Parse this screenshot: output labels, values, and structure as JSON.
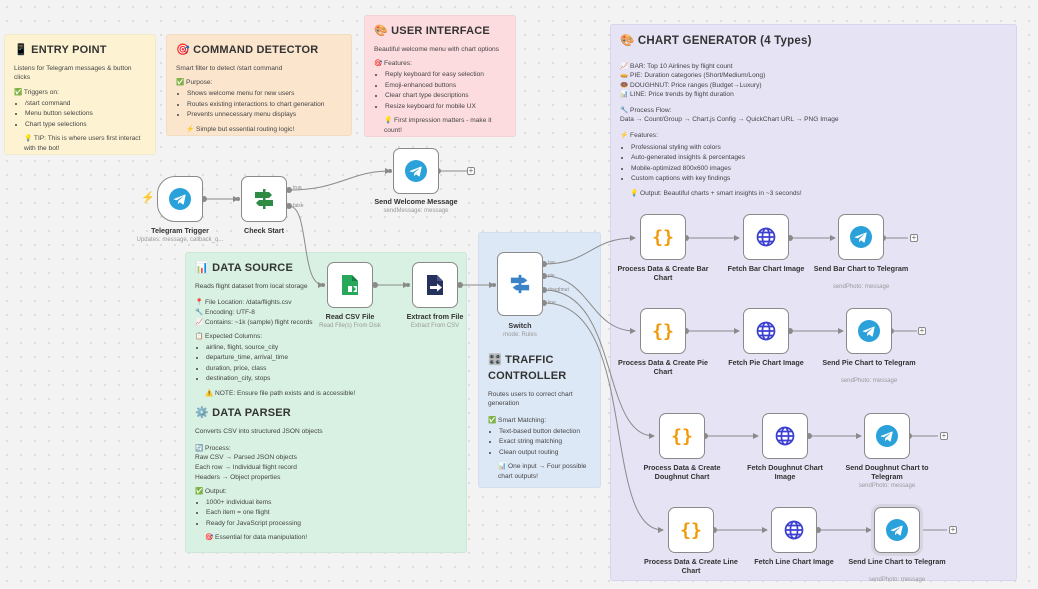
{
  "notes": {
    "entry": {
      "title": "📱 ENTRY POINT",
      "desc": "Listens for Telegram messages & button clicks",
      "triggers_title": "✅ Triggers on:",
      "triggers": [
        "/start command",
        "Menu button selections",
        "Chart type selections"
      ],
      "tip": "💡 TIP: This is where users first interact with the bot!"
    },
    "command": {
      "title": "🎯 COMMAND DETECTOR",
      "desc": "Smart filter to detect /start command",
      "purpose_title": "✅ Purpose:",
      "purpose": [
        "Shows welcome menu for new users",
        "Routes existing interactions to chart generation",
        "Prevents unnecessary menu displays"
      ],
      "tip": "⚡ Simple but essential routing logic!"
    },
    "ui": {
      "title": "🎨 USER INTERFACE",
      "desc": "Beautiful welcome menu with chart options",
      "features_title": "🎯 Features:",
      "features": [
        "Reply keyboard for easy selection",
        "Emoji-enhanced buttons",
        "Clear chart type descriptions",
        "Resize keyboard for mobile UX"
      ],
      "tip": "💡 First impression matters - make it count!"
    },
    "chart": {
      "title": "🎨 CHART GENERATOR (4 Types)",
      "types": [
        "📈 BAR: Top 10 Airlines by flight count",
        "🥧 PIE: Duration categories (Short/Medium/Long)",
        "🍩 DOUGHNUT: Price ranges (Budget→Luxury)",
        "📊 LINE: Price trends by flight duration"
      ],
      "flow_title": "🔧 Process Flow:",
      "flow": "Data → Count/Group → Chart.js Config → QuickChart URL → PNG Image",
      "features_title": "⚡ Features:",
      "features": [
        "Professional styling with colors",
        "Auto-generated insights & percentages",
        "Mobile-optimized 800x600 images",
        "Custom captions with key findings"
      ],
      "output": "💡 Output: Beautiful charts + smart insights in ~3 seconds!"
    },
    "datasource": {
      "title": "📊 DATA SOURCE",
      "desc": "Reads flight dataset from local storage",
      "location": "📍 File Location: /data/flights.csv",
      "encoding": "🔧 Encoding: UTF-8",
      "contains": "📈 Contains: ~1k (sample) flight records",
      "columns_title": "📋 Expected Columns:",
      "columns": [
        "airline, flight, source_city",
        "departure_time, arrival_time",
        "duration, price, class",
        "destination_city, stops"
      ],
      "note": "⚠️ NOTE: Ensure file path exists and is accessible!",
      "parser_title": "⚙️ DATA PARSER",
      "parser_desc": "Converts CSV into structured JSON objects",
      "process_title": "🔄 Process:",
      "process": [
        "Raw CSV → Parsed JSON objects",
        "Each row → Individual flight record",
        "Headers → Object properties"
      ],
      "output_title": "✅ Output:",
      "output": [
        "1000+ individual items",
        "Each item = one flight",
        "Ready for JavaScript processing"
      ],
      "tip": "🎯 Essential for data manipulation!"
    },
    "traffic": {
      "title": "🎛️ TRAFFIC CONTROLLER",
      "desc": "Routes users to correct chart generation",
      "match_title": "✅ Smart Matching:",
      "match": [
        "Text-based button detection",
        "Exact string matching",
        "Clean output routing"
      ],
      "tip": "📊 One input → Four possible chart outputs!"
    }
  },
  "nodes": {
    "telegram_trigger": {
      "label": "Telegram Trigger",
      "sub": "Updates: message, callback_q..."
    },
    "check_start": {
      "label": "Check Start",
      "true_label": "true",
      "false_label": "false"
    },
    "send_welcome": {
      "label": "Send Welcome Message",
      "sub": "sendMessage: message"
    },
    "read_csv": {
      "label": "Read CSV File",
      "sub": "Read File(s) From Disk"
    },
    "extract": {
      "label": "Extract from File",
      "sub": "Extract From CSV"
    },
    "switch": {
      "label": "Switch",
      "sub": "mode: Rules",
      "outputs": [
        "bar",
        "pie",
        "doughnut",
        "line"
      ]
    },
    "bar": {
      "process": "Process Data & Create Bar Chart",
      "fetch": "Fetch Bar Chart Image",
      "send": "Send Bar Chart to Telegram",
      "send_sub": "sendPhoto: message"
    },
    "pie": {
      "process": "Process Data & Create Pie Chart",
      "fetch": "Fetch Pie Chart Image",
      "send": "Send Pie Chart to Telegram",
      "send_sub": "sendPhoto: message"
    },
    "doughnut": {
      "process": "Process Data & Create Doughnut Chart",
      "fetch": "Fetch Doughnut Chart Image",
      "send": "Send Doughnut Chart to Telegram",
      "send_sub": "sendPhoto: message"
    },
    "line": {
      "process": "Process Data & Create Line Chart",
      "fetch": "Fetch Line Chart Image",
      "send": "Send Line Chart to Telegram",
      "send_sub": "sendPhoto: message"
    }
  },
  "icons": {
    "telegram": "telegram-icon",
    "if": "if-branch-icon",
    "file": "file-icon",
    "extract": "extract-icon",
    "switch": "switch-icon",
    "code": "code-icon",
    "http": "globe-icon",
    "trigger": "lightning-icon"
  },
  "colors": {
    "telegram": "#2aa1da",
    "if_green": "#2f8a45",
    "file_green": "#27a85a",
    "extract_navy": "#26325e",
    "switch_blue": "#3b82c8",
    "code_orange": "#f2990a",
    "http_blue": "#3b3fd1",
    "trigger_red": "#e0454b"
  }
}
